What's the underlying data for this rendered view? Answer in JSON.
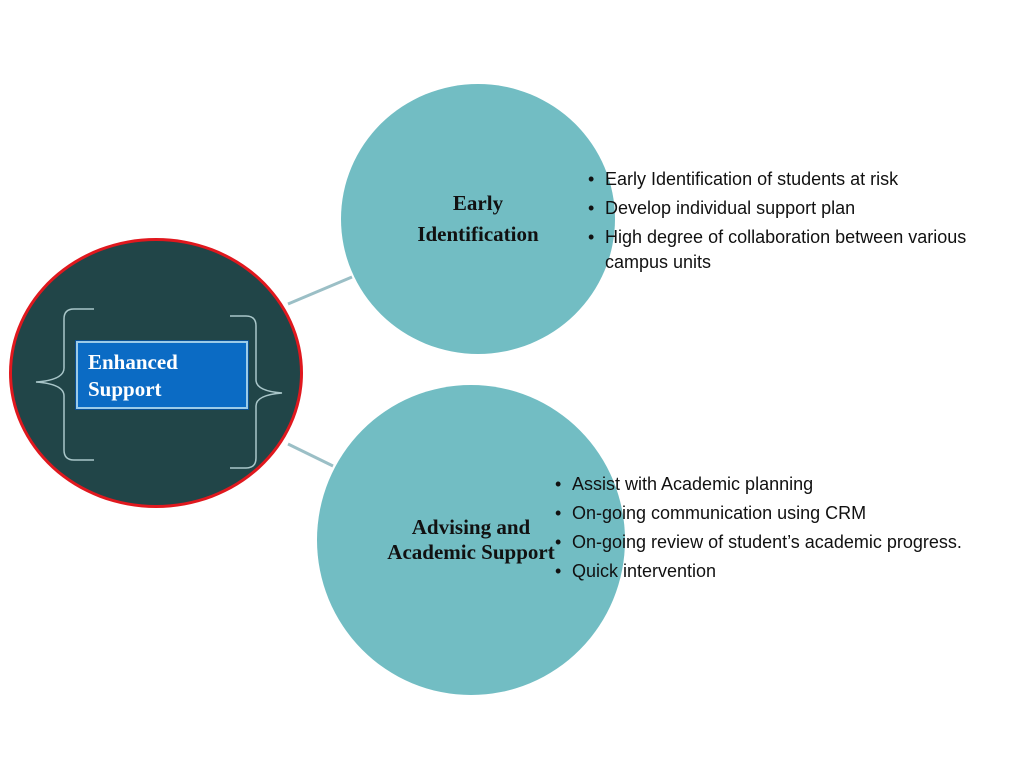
{
  "hub": {
    "label": "Enhanced Support",
    "fill_color": "#214548",
    "border_color": "#e0181e",
    "label_color": "#0b6bc4"
  },
  "nodes": [
    {
      "title": "Early Identification",
      "fill_color": "#72bdc3",
      "bullets": [
        "Early Identification of students at risk",
        "Develop individual support plan",
        "High degree of collaboration between various campus units"
      ]
    },
    {
      "title": "Advising and Academic Support",
      "fill_color": "#72bdc3",
      "bullets": [
        "Assist with Academic planning",
        "On-going communication using CRM",
        "On-going review of student’s academic progress.",
        "Quick intervention"
      ]
    }
  ],
  "connector_color": "#9bbfc6"
}
